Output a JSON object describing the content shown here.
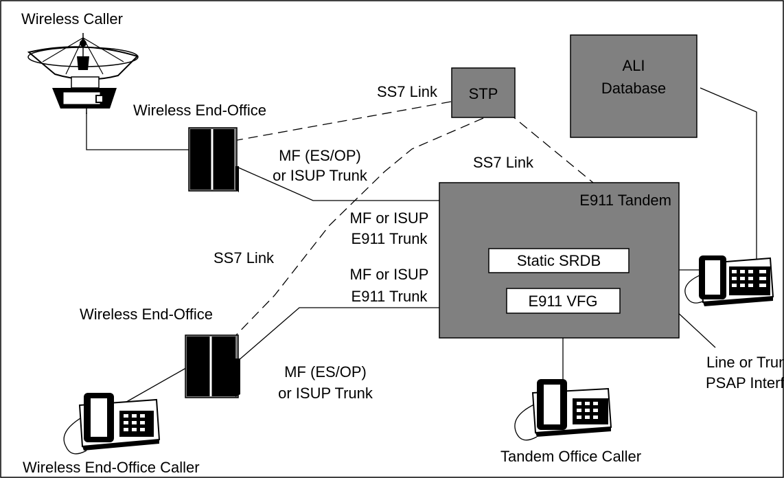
{
  "nodes": {
    "wireless_caller": "Wireless Caller",
    "wireless_eo_top": "Wireless End-Office",
    "stp": "STP",
    "ali_line1": "ALI",
    "ali_line2": "Database",
    "e911_tandem": "E911 Tandem",
    "static_srdb": "Static SRDB",
    "e911_vfg": "E911 VFG",
    "wireless_eo_bottom": "Wireless End-Office",
    "wireless_eo_caller": "Wireless End-Office Caller",
    "tandem_office_caller": "Tandem Office Caller",
    "psap_line1": "Line or Trunk",
    "psap_line2": "PSAP Interface"
  },
  "links": {
    "ss7_top": "SS7 Link",
    "ss7_right": "SS7 Link",
    "ss7_left": "SS7 Link",
    "mf_top_1": "MF (ES/OP)",
    "mf_top_2": "or ISUP Trunk",
    "mf_e911_a1": "MF or ISUP",
    "mf_e911_a2": "E911 Trunk",
    "mf_e911_b1": "MF or ISUP",
    "mf_e911_b2": "E911 Trunk",
    "mf_bottom_1": "MF (ES/OP)",
    "mf_bottom_2": "or ISUP Trunk"
  }
}
